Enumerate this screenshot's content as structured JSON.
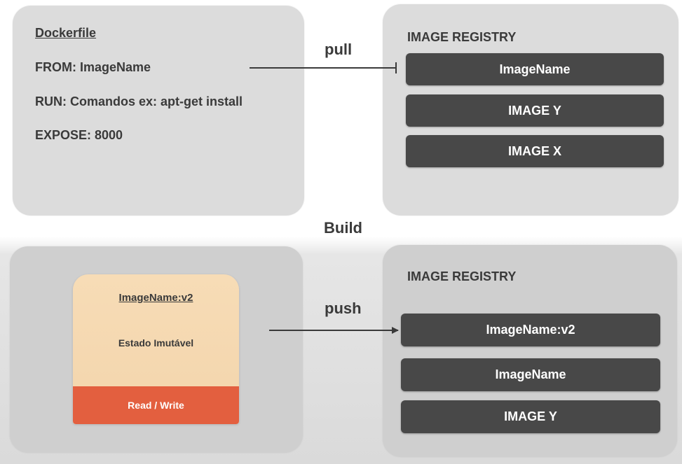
{
  "dockerfile": {
    "title": "Dockerfile",
    "lines": [
      "FROM: ImageName",
      "RUN: Comandos ex: apt-get install",
      "EXPOSE: 8000"
    ]
  },
  "flow": {
    "pull": "pull",
    "build": "Build",
    "push": "push"
  },
  "registry_top": {
    "title": "IMAGE REGISTRY",
    "images": [
      "ImageName",
      "IMAGE Y",
      "IMAGE X"
    ]
  },
  "container": {
    "image_tag": "ImageName:v2",
    "state": "Estado Imutável",
    "layer": "Read / Write"
  },
  "registry_bottom": {
    "title": "IMAGE REGISTRY",
    "images": [
      "ImageName:v2",
      "ImageName",
      "IMAGE Y"
    ]
  },
  "colors": {
    "panel": "#dcdcdc",
    "image_item": "#484848",
    "container_card": "#f5d8b0",
    "rw_layer": "#e35f3f",
    "arrow": "#3a3a3a"
  }
}
